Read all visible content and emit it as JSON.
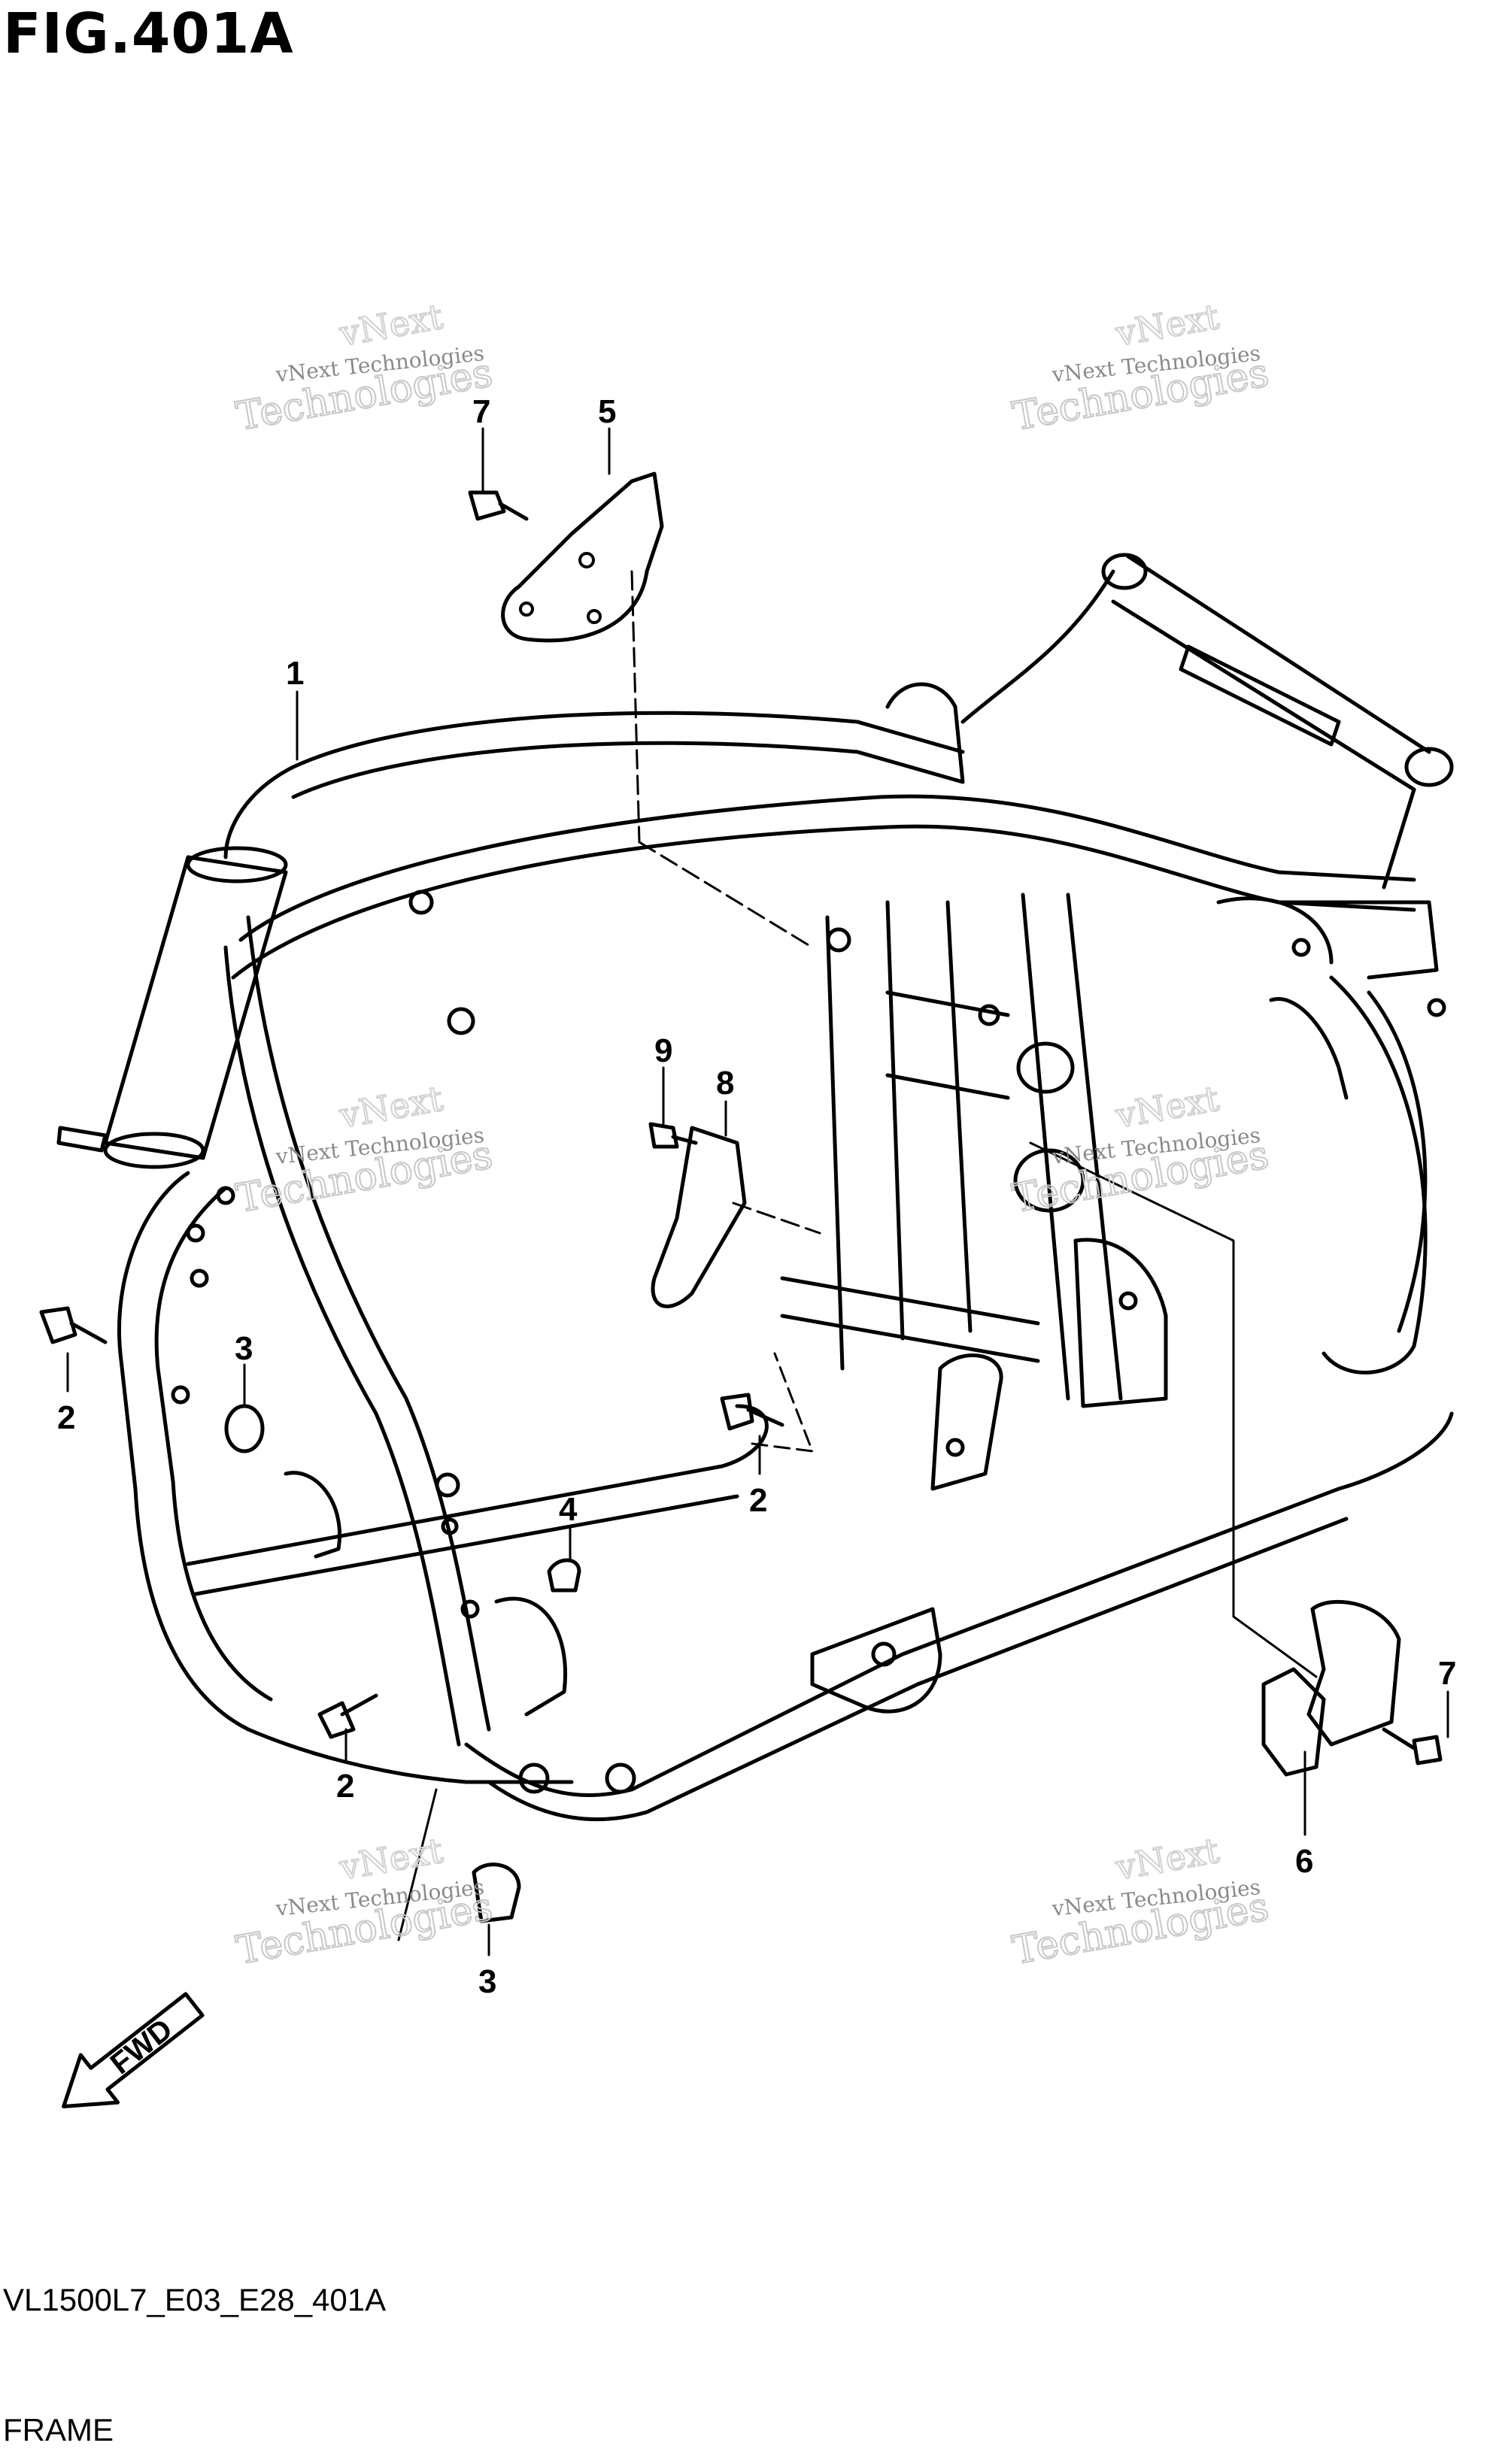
{
  "figure": {
    "title": "FIG.401A",
    "code": "VL1500L7_E03_E28_401A",
    "name": "FRAME"
  },
  "watermark": {
    "line1": "vNext Technologies",
    "line2": "vNext",
    "line3": "Technologies"
  },
  "callouts": {
    "frame": "1",
    "bolt_front_left": "2",
    "bolt_center": "2",
    "bolt_lower": "2",
    "nut_left": "3",
    "nut_bottom": "3",
    "cap": "4",
    "bracket_upper": "5",
    "bracket_lower_right": "6",
    "bolt_upper": "7",
    "bolt_right": "7",
    "plate": "8",
    "screw": "9"
  },
  "fwd_label": "FWD",
  "colors": {
    "line": "#000000",
    "watermark": "#8a8a8a",
    "background": "#ffffff"
  }
}
